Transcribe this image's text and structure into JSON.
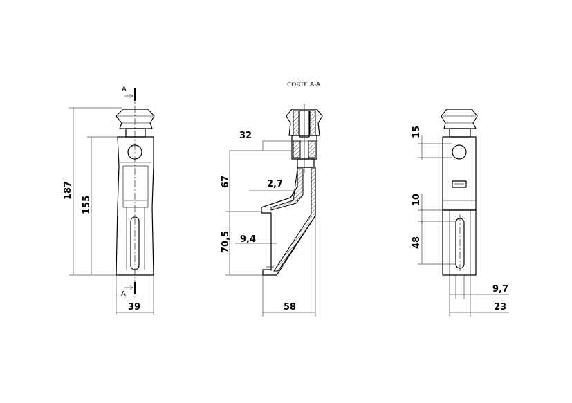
{
  "section_title": "CORTE A-A",
  "section_markers": {
    "top": "A",
    "bottom": "A"
  },
  "front_view": {
    "overall_height": "187",
    "body_height": "155",
    "width": "39"
  },
  "section_view": {
    "offset_top": "32",
    "upper_height": "67",
    "wall_thickness": "2,7",
    "lower_height": "70,5",
    "lip_width": "9,4",
    "total_depth": "58"
  },
  "side_view": {
    "hole_offset": "15",
    "gap_height": "10",
    "slot_height": "48",
    "slot_width": "9,7",
    "body_width": "23"
  }
}
